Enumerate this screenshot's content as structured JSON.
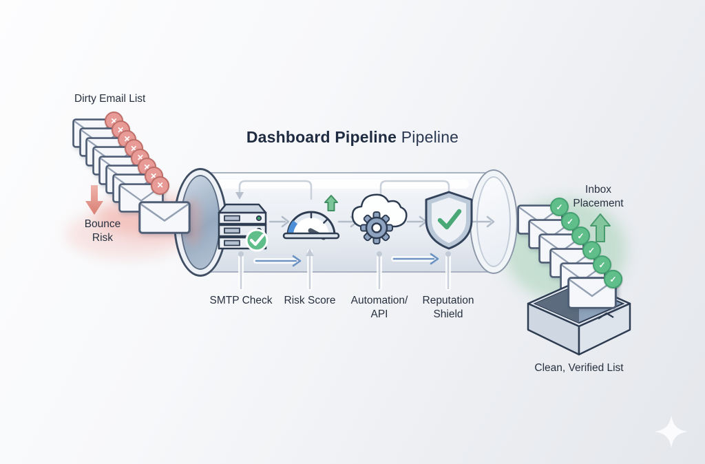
{
  "title": {
    "bold_part": "Dashboard Pipeline",
    "light_part": " Pipeline"
  },
  "dirty_list": {
    "label": "Dirty Email List",
    "risk_label": "Bounce Risk",
    "envelope_count": 8,
    "badge_icon": "✕"
  },
  "pipeline": {
    "stages": [
      {
        "label": "SMTP Check",
        "icon": "server-check-icon"
      },
      {
        "label": "Risk Score",
        "icon": "gauge-icon"
      },
      {
        "label": "Automation/ API",
        "icon": "cloud-gear-icon"
      },
      {
        "label": "Reputation Shield",
        "icon": "shield-check-icon"
      }
    ]
  },
  "clean_list": {
    "inbox_label": "Inbox Placement",
    "envelope_count": 6,
    "badge_icon": "✓",
    "tray_label": "Clean, Verified List"
  },
  "colors": {
    "ink": "#1f2b41",
    "outline": "#2e3c52",
    "accent_green": "#5fbe8a",
    "accent_red": "#e2938c",
    "accent_blue": "#4d8fd6",
    "connector_gray": "#c9d0da",
    "flow_blue": "#6d93c3"
  }
}
